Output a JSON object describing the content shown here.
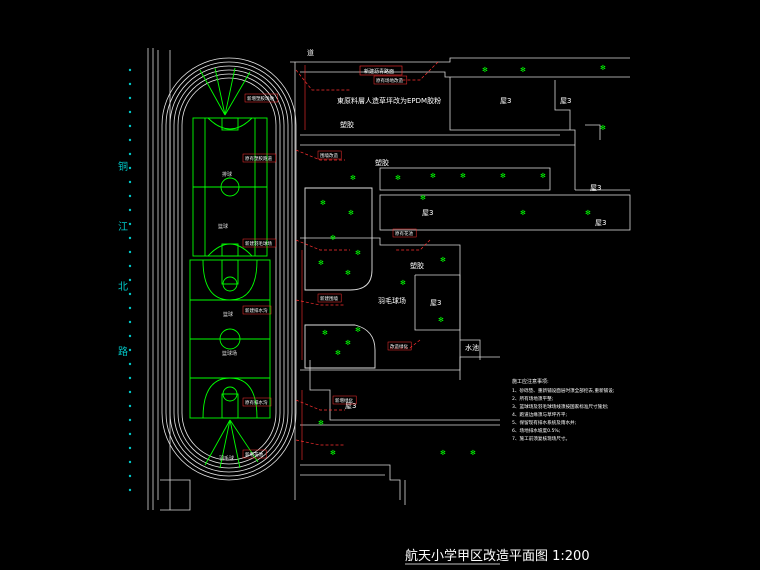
{
  "drawing": {
    "title": "航天小学甲区改造平面图 1:200",
    "street_chars": [
      "铜",
      "江",
      "北",
      "路"
    ],
    "road_label_top": "道",
    "epdm_note": "東原料層人造草坪改为EPDM胶粉",
    "building_labels": [
      "屋3",
      "屋3",
      "屋3",
      "屋3",
      "屋3",
      "屋3",
      "屋3"
    ],
    "plaza_labels": [
      "塑胶",
      "塑胶",
      "塑胶"
    ],
    "badminton_label": "羽毛球场",
    "corner_label": "水池",
    "court_labels": [
      "排球",
      "篮球",
      "篮球场",
      "篮球",
      "羽毛球"
    ],
    "top_sign": "新建沥青路面",
    "red_labels": [
      "原有场地改造",
      "新增塑胶场地",
      "原有塑胶跑道",
      "新建羽毛球场",
      "新建排水沟",
      "原有排水沟",
      "新增花池",
      "原有花池",
      "改造绿化",
      "新增绿化",
      "围墙改造",
      "新建围墙"
    ],
    "notes": {
      "heading": "施工应注意事项:",
      "items": [
        "1、砂砾垫、重新铺设面层时须全部挖去,重新铺设;",
        "2、所有场地须平整;",
        "3、篮球场及羽毛球场线须按国家标准尺寸施划;",
        "4、跑道边缘须与草坪齐平;",
        "5、保留现有排水系统及雨水井;",
        "6、场地排水坡度0.5%;",
        "7、施工前须复核现场尺寸。"
      ]
    },
    "colors": {
      "background": "#000000",
      "linework": "#ffffff",
      "court": "#00ff00",
      "track": "#e8e8e8",
      "annotation": "#ff3030",
      "street": "#00c8c8",
      "title": "#ffffff"
    }
  }
}
